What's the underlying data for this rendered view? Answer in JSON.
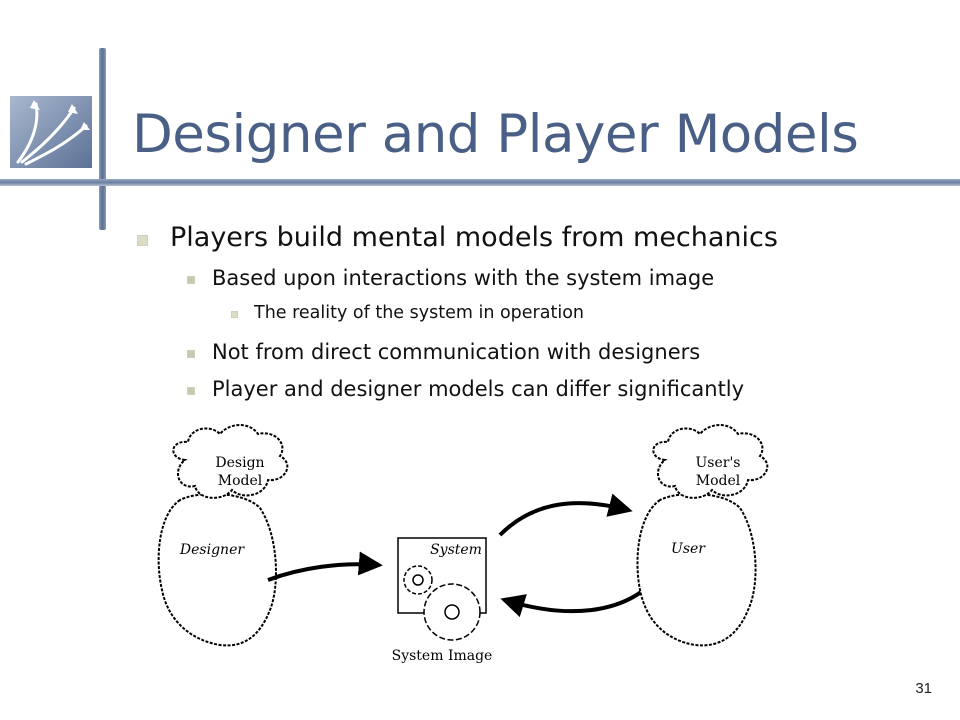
{
  "slide": {
    "title": "Designer and Player Models",
    "page_number": "31"
  },
  "bullets": {
    "b1": "Players build mental models from mechanics",
    "b1_1": "Based upon interactions with the system image",
    "b1_1_1": "The reality of the system in operation",
    "b1_2": "Not from direct communication with designers",
    "b1_3": "Player and designer models can differ significantly"
  },
  "diagram": {
    "design_model_line1": "Design",
    "design_model_line2": "Model",
    "designer_label": "Designer",
    "system_label": "System",
    "system_image_label": "System Image",
    "users_model_line1": "User's",
    "users_model_line2": "Model",
    "user_label": "User"
  },
  "colors": {
    "title": "#4a5f86",
    "accent_bar": "#6a7ea0",
    "bullet_marker": "#dcdcc6"
  }
}
